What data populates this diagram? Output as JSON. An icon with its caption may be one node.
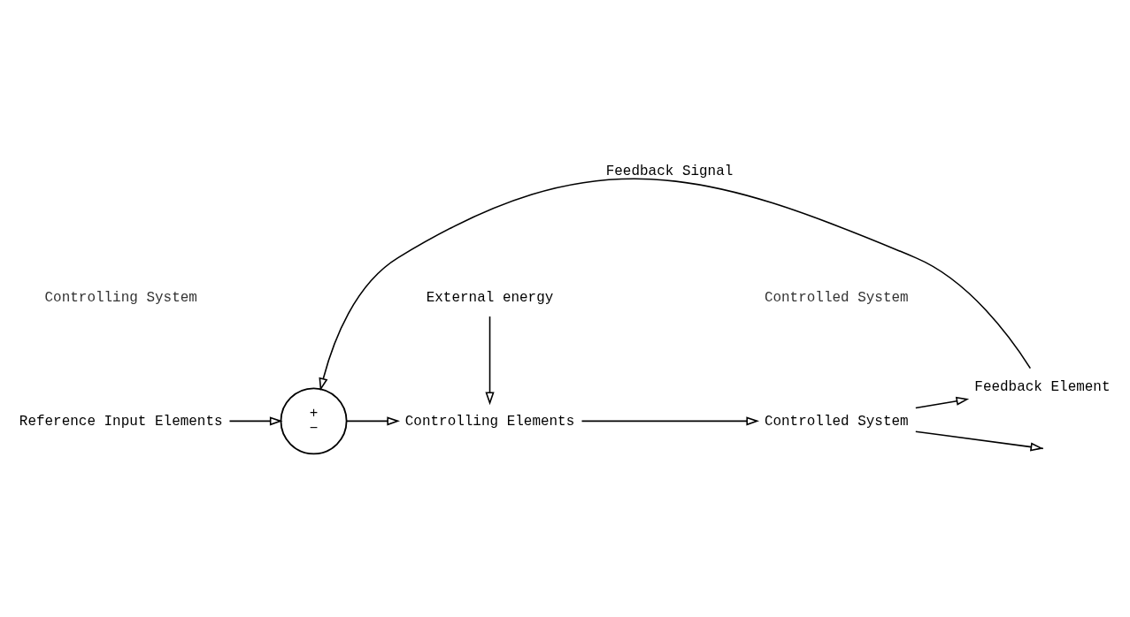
{
  "diagram": {
    "nodes": [
      {
        "text": [
          "Reference Input Elements"
        ]
      },
      {
        "text": [
          "+",
          "−"
        ]
      },
      {
        "text": [
          "External energy"
        ]
      },
      {
        "text": [
          "Controlling Elements"
        ]
      },
      {
        "text": [
          "Controlled System"
        ]
      },
      {
        "text": [
          "Feedback Element"
        ]
      }
    ],
    "edges": [
      {
        "from": 0,
        "to": 1,
        "arrow": "to"
      },
      {
        "from": 1,
        "to": 3,
        "arrow": "to"
      },
      {
        "from": 2,
        "to": 3,
        "arrow": "to"
      },
      {
        "from": 3,
        "to": 4,
        "arrow": "to"
      },
      {
        "from": 4,
        "to": null,
        "arrow": "to"
      },
      {
        "from": 4,
        "to": 5,
        "arrow": "to"
      },
      {
        "from": 5,
        "to": 1,
        "arrow": "to",
        "label": "Feedback Signal"
      }
    ],
    "labels": [
      "Controlling System",
      "Controlled System"
    ]
  }
}
